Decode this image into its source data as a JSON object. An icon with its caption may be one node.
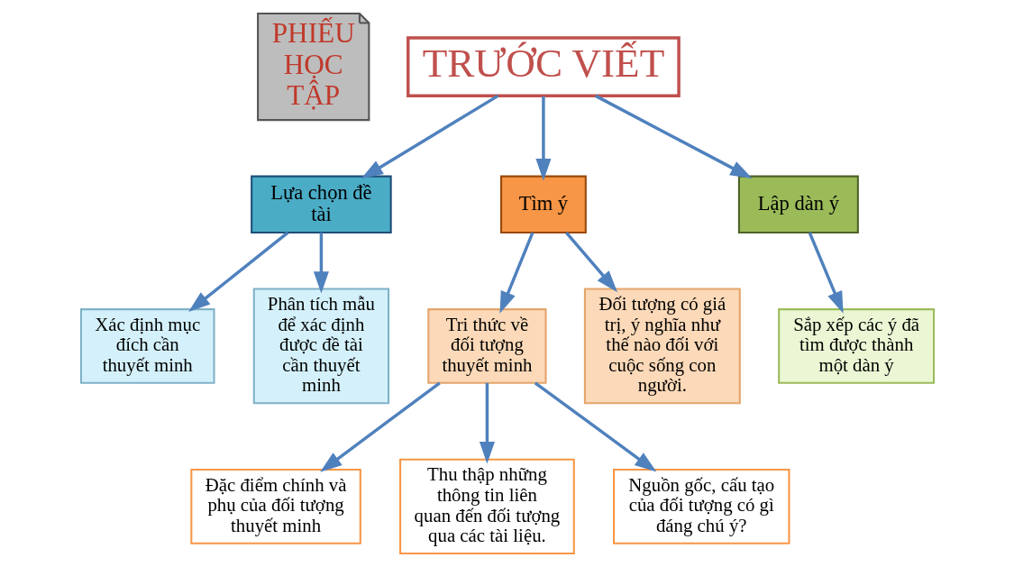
{
  "diagram": {
    "nodes": [
      {
        "text": [
          "PHIẾU HỌC TẬP"
        ]
      },
      {
        "text": [
          "TRƯỚC VIẾT"
        ]
      },
      {
        "text": [
          "Lựa chọn đề tài"
        ]
      },
      {
        "text": [
          "Tìm ý"
        ]
      },
      {
        "text": [
          "Lập dàn ý"
        ]
      },
      {
        "text": [
          "Xác định mục đích cần thuyết minh"
        ]
      },
      {
        "text": [
          "Phân tích mẫu để xác định được đề tài cần thuyết minh"
        ]
      },
      {
        "text": [
          "Tri thức về đối tượng thuyết minh"
        ]
      },
      {
        "text": [
          "Đối tượng có giá trị, ý nghĩa như thế nào đối với cuộc sống con người."
        ]
      },
      {
        "text": [
          "Sắp xếp các ý đã tìm được thành một dàn ý"
        ]
      },
      {
        "text": [
          "Đặc điểm chính và phụ của đối tượng thuyết minh"
        ]
      },
      {
        "text": [
          "Thu thập những thông tin liên quan đến đối tượng qua các tài liệu."
        ]
      },
      {
        "text": [
          "Nguồn gốc, cấu tạo của đối tượng có gì đáng chú ý?"
        ]
      }
    ],
    "edges": [
      {
        "from": 1,
        "to": 2,
        "arrow": "to"
      },
      {
        "from": 1,
        "to": 3,
        "arrow": "to"
      },
      {
        "from": 1,
        "to": 4,
        "arrow": "to"
      },
      {
        "from": 2,
        "to": 5,
        "arrow": "to"
      },
      {
        "from": 2,
        "to": 6,
        "arrow": "to"
      },
      {
        "from": 3,
        "to": 7,
        "arrow": "to"
      },
      {
        "from": 3,
        "to": 8,
        "arrow": "to"
      },
      {
        "from": 4,
        "to": 9,
        "arrow": "to"
      },
      {
        "from": 7,
        "to": 10,
        "arrow": "to"
      },
      {
        "from": 7,
        "to": 11,
        "arrow": "to"
      },
      {
        "from": 7,
        "to": 12,
        "arrow": "to"
      }
    ]
  }
}
